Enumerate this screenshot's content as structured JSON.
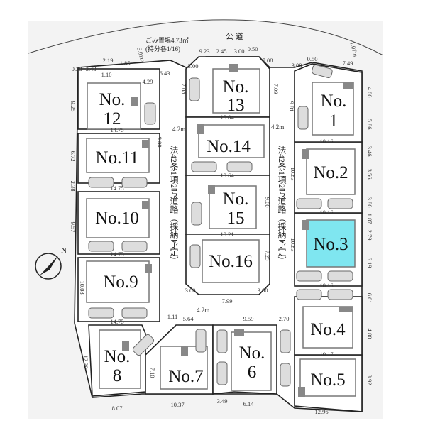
{
  "title": "公 道",
  "garbage_area": {
    "label": "ごみ置場4.73㎡",
    "share": "(持分各1/16)"
  },
  "road_width": "4.2m",
  "road_type": "法42条1項2号道路（採納予定）",
  "north_label": "N",
  "highlight_color": "#7fe6f0",
  "highlighted_lot": "No.3",
  "lots": [
    {
      "id": "No.1",
      "l1": "No.",
      "l2": "1"
    },
    {
      "id": "No.2",
      "l1": "No.2"
    },
    {
      "id": "No.3",
      "l1": "No.3"
    },
    {
      "id": "No.4",
      "l1": "No.4"
    },
    {
      "id": "No.5",
      "l1": "No.5"
    },
    {
      "id": "No.6",
      "l1": "No.",
      "l2": "6"
    },
    {
      "id": "No.7",
      "l1": "No.7"
    },
    {
      "id": "No.8",
      "l1": "No.",
      "l2": "8"
    },
    {
      "id": "No.9",
      "l1": "No.9"
    },
    {
      "id": "No.10",
      "l1": "No.10"
    },
    {
      "id": "No.11",
      "l1": "No.11"
    },
    {
      "id": "No.12",
      "l1": "No.",
      "l2": "12"
    },
    {
      "id": "No.13",
      "l1": "No.",
      "l2": "13"
    },
    {
      "id": "No.14",
      "l1": "No.14"
    },
    {
      "id": "No.15",
      "l1": "No.",
      "l2": "15"
    },
    {
      "id": "No.16",
      "l1": "No.16"
    }
  ],
  "dimensions": [
    "5.01m",
    "0.28",
    "3.48",
    "2.19",
    "1.85",
    "1.10",
    "4.29",
    "6.43",
    "3.00",
    "9.23",
    "2.45",
    "3.00",
    "0.50",
    "7.08",
    "3.00",
    "0.50",
    "7.49",
    "1.07m",
    "9.25",
    "6.72",
    "2.38",
    "9.57",
    "10.08",
    "12.39",
    "8.07",
    "10.37",
    "3.49",
    "6.14",
    "12.96",
    "9.59",
    "2.70",
    "5.64",
    "1.11",
    "7.99",
    "10.16",
    "10.16",
    "10.16",
    "10.17",
    "9.81",
    "10.83",
    "10.83",
    "9.00",
    "9.00",
    "7.25",
    "4.00",
    "5.86",
    "3.46",
    "3.56",
    "3.80",
    "1.87",
    "2.79",
    "6.19",
    "6.01",
    "4.80",
    "8.92",
    "14.75",
    "14.75",
    "14.75",
    "14.75",
    "10.84",
    "10.64",
    "10.21",
    "7.09",
    "7.08",
    "3.00",
    "3.00",
    "7.10"
  ]
}
